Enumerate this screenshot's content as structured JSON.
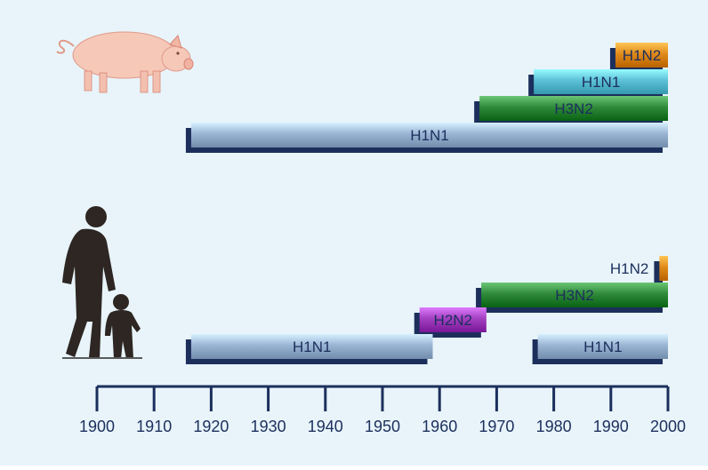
{
  "axis": {
    "ticks": [
      "1900",
      "1910",
      "1920",
      "1930",
      "1940",
      "1950",
      "1960",
      "1970",
      "1980",
      "1990",
      "2000"
    ]
  },
  "swine": {
    "icon": "pig-icon",
    "bars": [
      {
        "subtype": "H1N2",
        "start": 1990.8,
        "end": 2000,
        "color": "#e08a1a"
      },
      {
        "subtype": "H1N1",
        "start": 1976.5,
        "end": 2000,
        "color": "#5cc0d6"
      },
      {
        "subtype": "H3N2",
        "start": 1967,
        "end": 2000,
        "color": "#2f8a3a"
      },
      {
        "subtype": "H1N1",
        "start": 1916.5,
        "end": 2000,
        "color": "#9ab4d4"
      }
    ]
  },
  "human": {
    "icon": "adult-and-child-icon",
    "bars": [
      {
        "subtype": "H1N2",
        "start": 1998.5,
        "end": 2000,
        "color": "#e08a1a",
        "label_outside": true
      },
      {
        "subtype": "H3N2",
        "start": 1967.3,
        "end": 2000,
        "color": "#2f8a3a"
      },
      {
        "subtype": "H2N2",
        "start": 1956.5,
        "end": 1968.2,
        "color": "#a23fc0"
      },
      {
        "subtype": "H1N1",
        "start": 1916.5,
        "end": 1958.8,
        "color": "#9ab4d4"
      },
      {
        "subtype": "H1N1",
        "start": 1977.2,
        "end": 2000,
        "color": "#9ab4d4"
      }
    ]
  }
}
